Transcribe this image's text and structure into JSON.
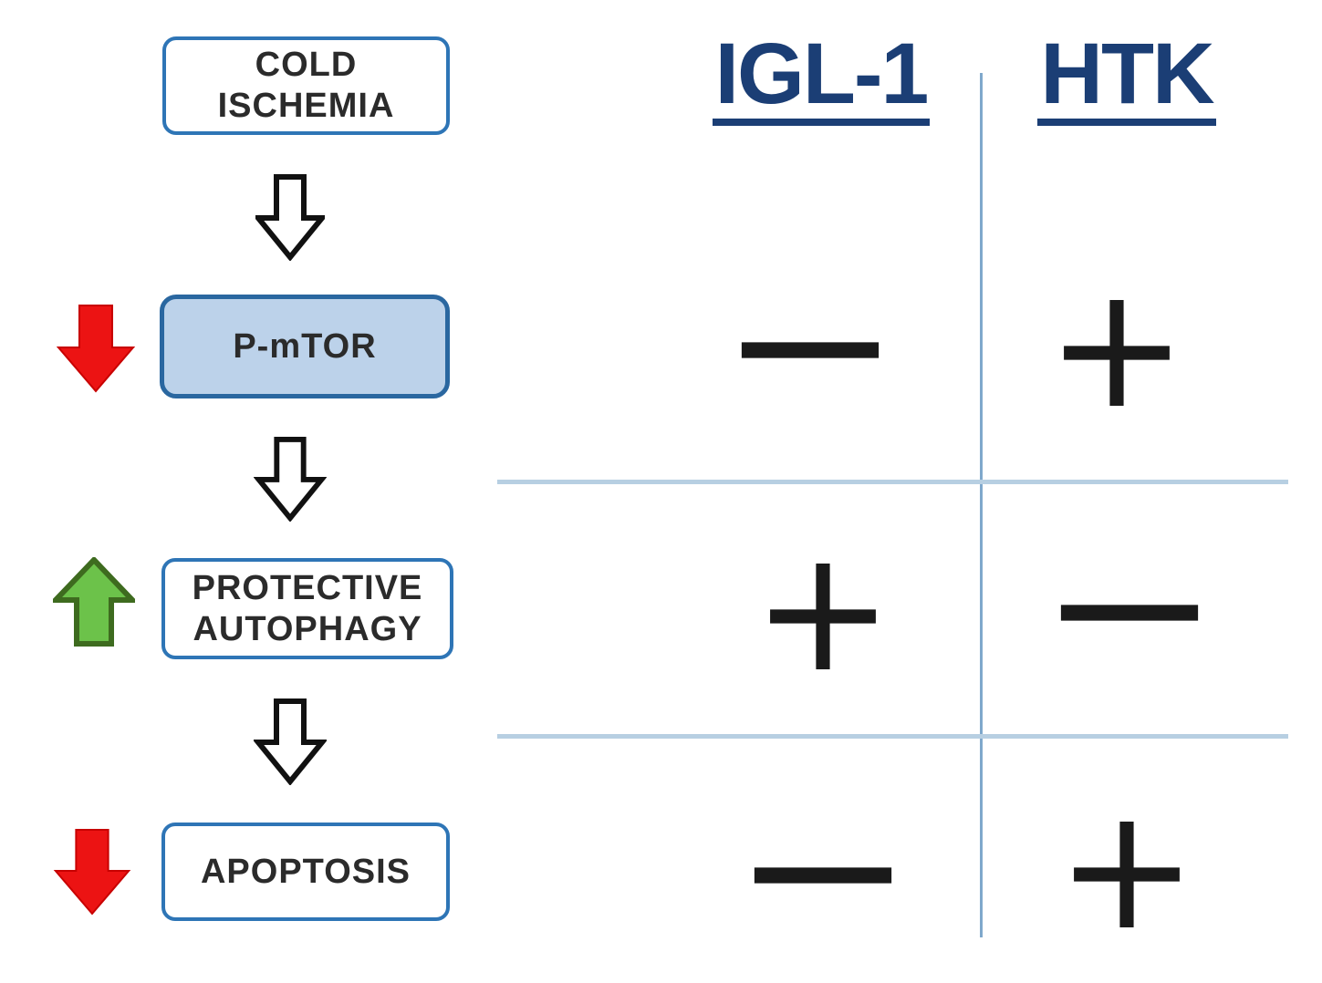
{
  "flow": {
    "connector_icon": "hollow-down-arrow",
    "nodes": [
      {
        "label": "COLD\nISCHEMIA",
        "indicator": "none",
        "highlighted": false
      },
      {
        "label": "P-mTOR",
        "indicator": "red-down-arrow",
        "highlighted": true
      },
      {
        "label": "PROTECTIVE\nAUTOPHAGY",
        "indicator": "green-up-arrow",
        "highlighted": false
      },
      {
        "label": "APOPTOSIS",
        "indicator": "red-down-arrow",
        "highlighted": false
      }
    ]
  },
  "comparison": {
    "columns": [
      "IGL-1",
      "HTK"
    ],
    "rows": [
      {
        "node": "P-mTOR",
        "igl1": "−",
        "htk": "+"
      },
      {
        "node": "PROTECTIVE AUTOPHAGY",
        "igl1": "+",
        "htk": "−"
      },
      {
        "node": "APOPTOSIS",
        "igl1": "−",
        "htk": "+"
      }
    ]
  },
  "colors": {
    "box_border_blue": "#2E75B6",
    "highlight_fill_blue": "#BCD2EA",
    "arrow_red": "#EC1313",
    "arrow_green": "#6CC24A",
    "arrow_green_border": "#3E6B1F",
    "header_navy": "#1B3E75",
    "column_divider_blue": "#7FA8CC",
    "row_divider_blue": "#B7CFE2",
    "symbol_black": "#1A1A1A"
  }
}
